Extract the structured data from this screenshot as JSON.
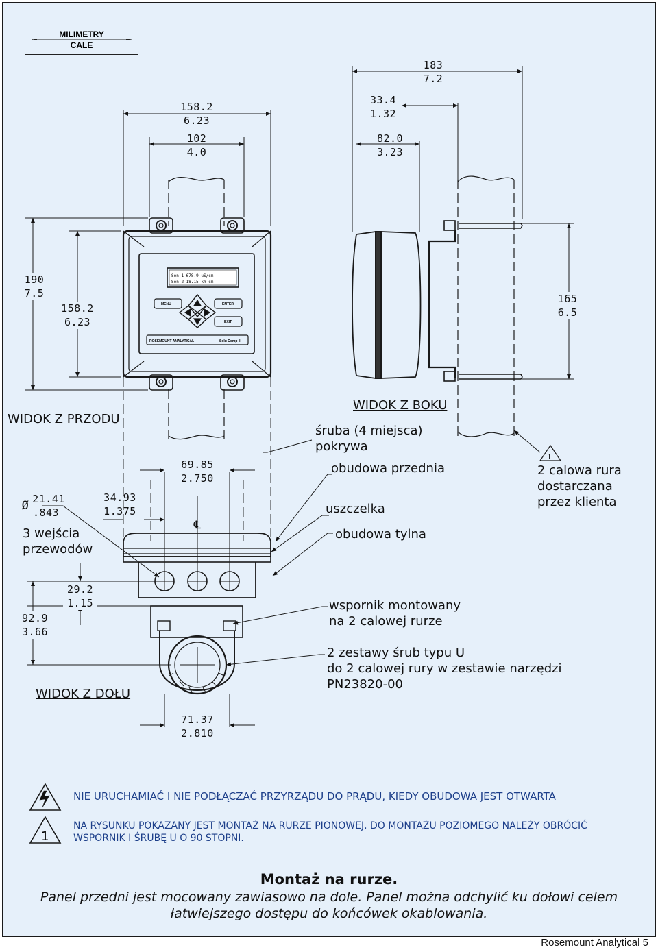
{
  "units": {
    "line1": "MILIMETRY",
    "line2": "CALE"
  },
  "dimensions": {
    "front_width_outer": {
      "mm": "158.2",
      "in": "6.23"
    },
    "front_width_inner": {
      "mm": "102",
      "in": "4.0"
    },
    "side_total": {
      "mm": "183",
      "in": "7.2"
    },
    "side_depth_top": {
      "mm": "33.4",
      "in": "1.32"
    },
    "side_depth_body": {
      "mm": "82.0",
      "in": "3.23"
    },
    "front_height_outer": {
      "mm": "190",
      "in": "7.5"
    },
    "front_height_inner": {
      "mm": "158.2",
      "in": "6.23"
    },
    "side_height": {
      "mm": "165",
      "in": "6.5"
    },
    "bottom_hole_spacing": {
      "mm": "69.85",
      "in": "2.750"
    },
    "bottom_hole_diameter": {
      "mm": "21.41",
      "in": ".843"
    },
    "bottom_hole_offset": {
      "mm": "34.93",
      "in": "1.375"
    },
    "bottom_height_small": {
      "mm": "29.2",
      "in": "1.15"
    },
    "bottom_height_total": {
      "mm": "92.9",
      "in": "3.66"
    },
    "bottom_width": {
      "mm": "71.37",
      "in": "2.810"
    }
  },
  "labels": {
    "front_view": "WIDOK Z PRZODU",
    "side_view": "WIDOK Z BOKU",
    "bottom_view": "WIDOK Z DOŁU",
    "screw_line1": "śruba (4 miejsca)",
    "screw_line2": "pokrywa",
    "front_housing": "obudowa przednia",
    "gasket": "uszczelka",
    "rear_housing": "obudowa tylna",
    "pipe_line1": "2 calowa rura",
    "pipe_line2": "dostarczana",
    "pipe_line3": "przez klienta",
    "conduits_line1": "3 wejścia",
    "conduits_line2": "przewodów",
    "bracket_line1": "wspornik montowany",
    "bracket_line2": "na 2 calowej rurze",
    "ubolt_line1": "2 zestawy śrub typu U",
    "ubolt_line2": "do 2 calowej rury w zestawie narzędzi",
    "ubolt_line3": "PN23820-00",
    "diameter_symbol": "Ø",
    "centerline": "℄",
    "warn_num": "1"
  },
  "device": {
    "lcd_line1": "Son 1  678.9 uS/cm",
    "lcd_line2": "Son 2  18.15 kh-cm",
    "menu": "MENU",
    "enter": "ENTER",
    "exit": "EXIT",
    "brand": "ROSEMOUNT ANALYTICAL",
    "model": "Solu Comp II"
  },
  "notes": {
    "danger": "NIE URUCHAMIAĆ I NIE PODŁĄCZAĆ PRZYRZĄDU DO PRĄDU, KIEDY OBUDOWA JEST OTWARTA",
    "note1_line1": "NA RYSUNKU POKAZANY JEST MONTAŻ NA RURZE PIONOWEJ. DO MONTAŻU POZIOMEGO NALEŻY OBRÓCIĆ",
    "note1_line2": "WSPORNIK I ŚRUBĘ U O 90 STOPNI."
  },
  "title": "Montaż na rurze.",
  "caption_line1": "Panel przedni jest mocowany zawiasowo na dole. Panel można odchylić ku dołowi celem",
  "caption_line2": "łatwiejszego dostępu do końcówek okablowania.",
  "footer": "Rosemount Analytical 5",
  "colors": {
    "background": "#e6f0fa",
    "note_blue": "#1d3f8a",
    "line": "#1a1a1a"
  }
}
